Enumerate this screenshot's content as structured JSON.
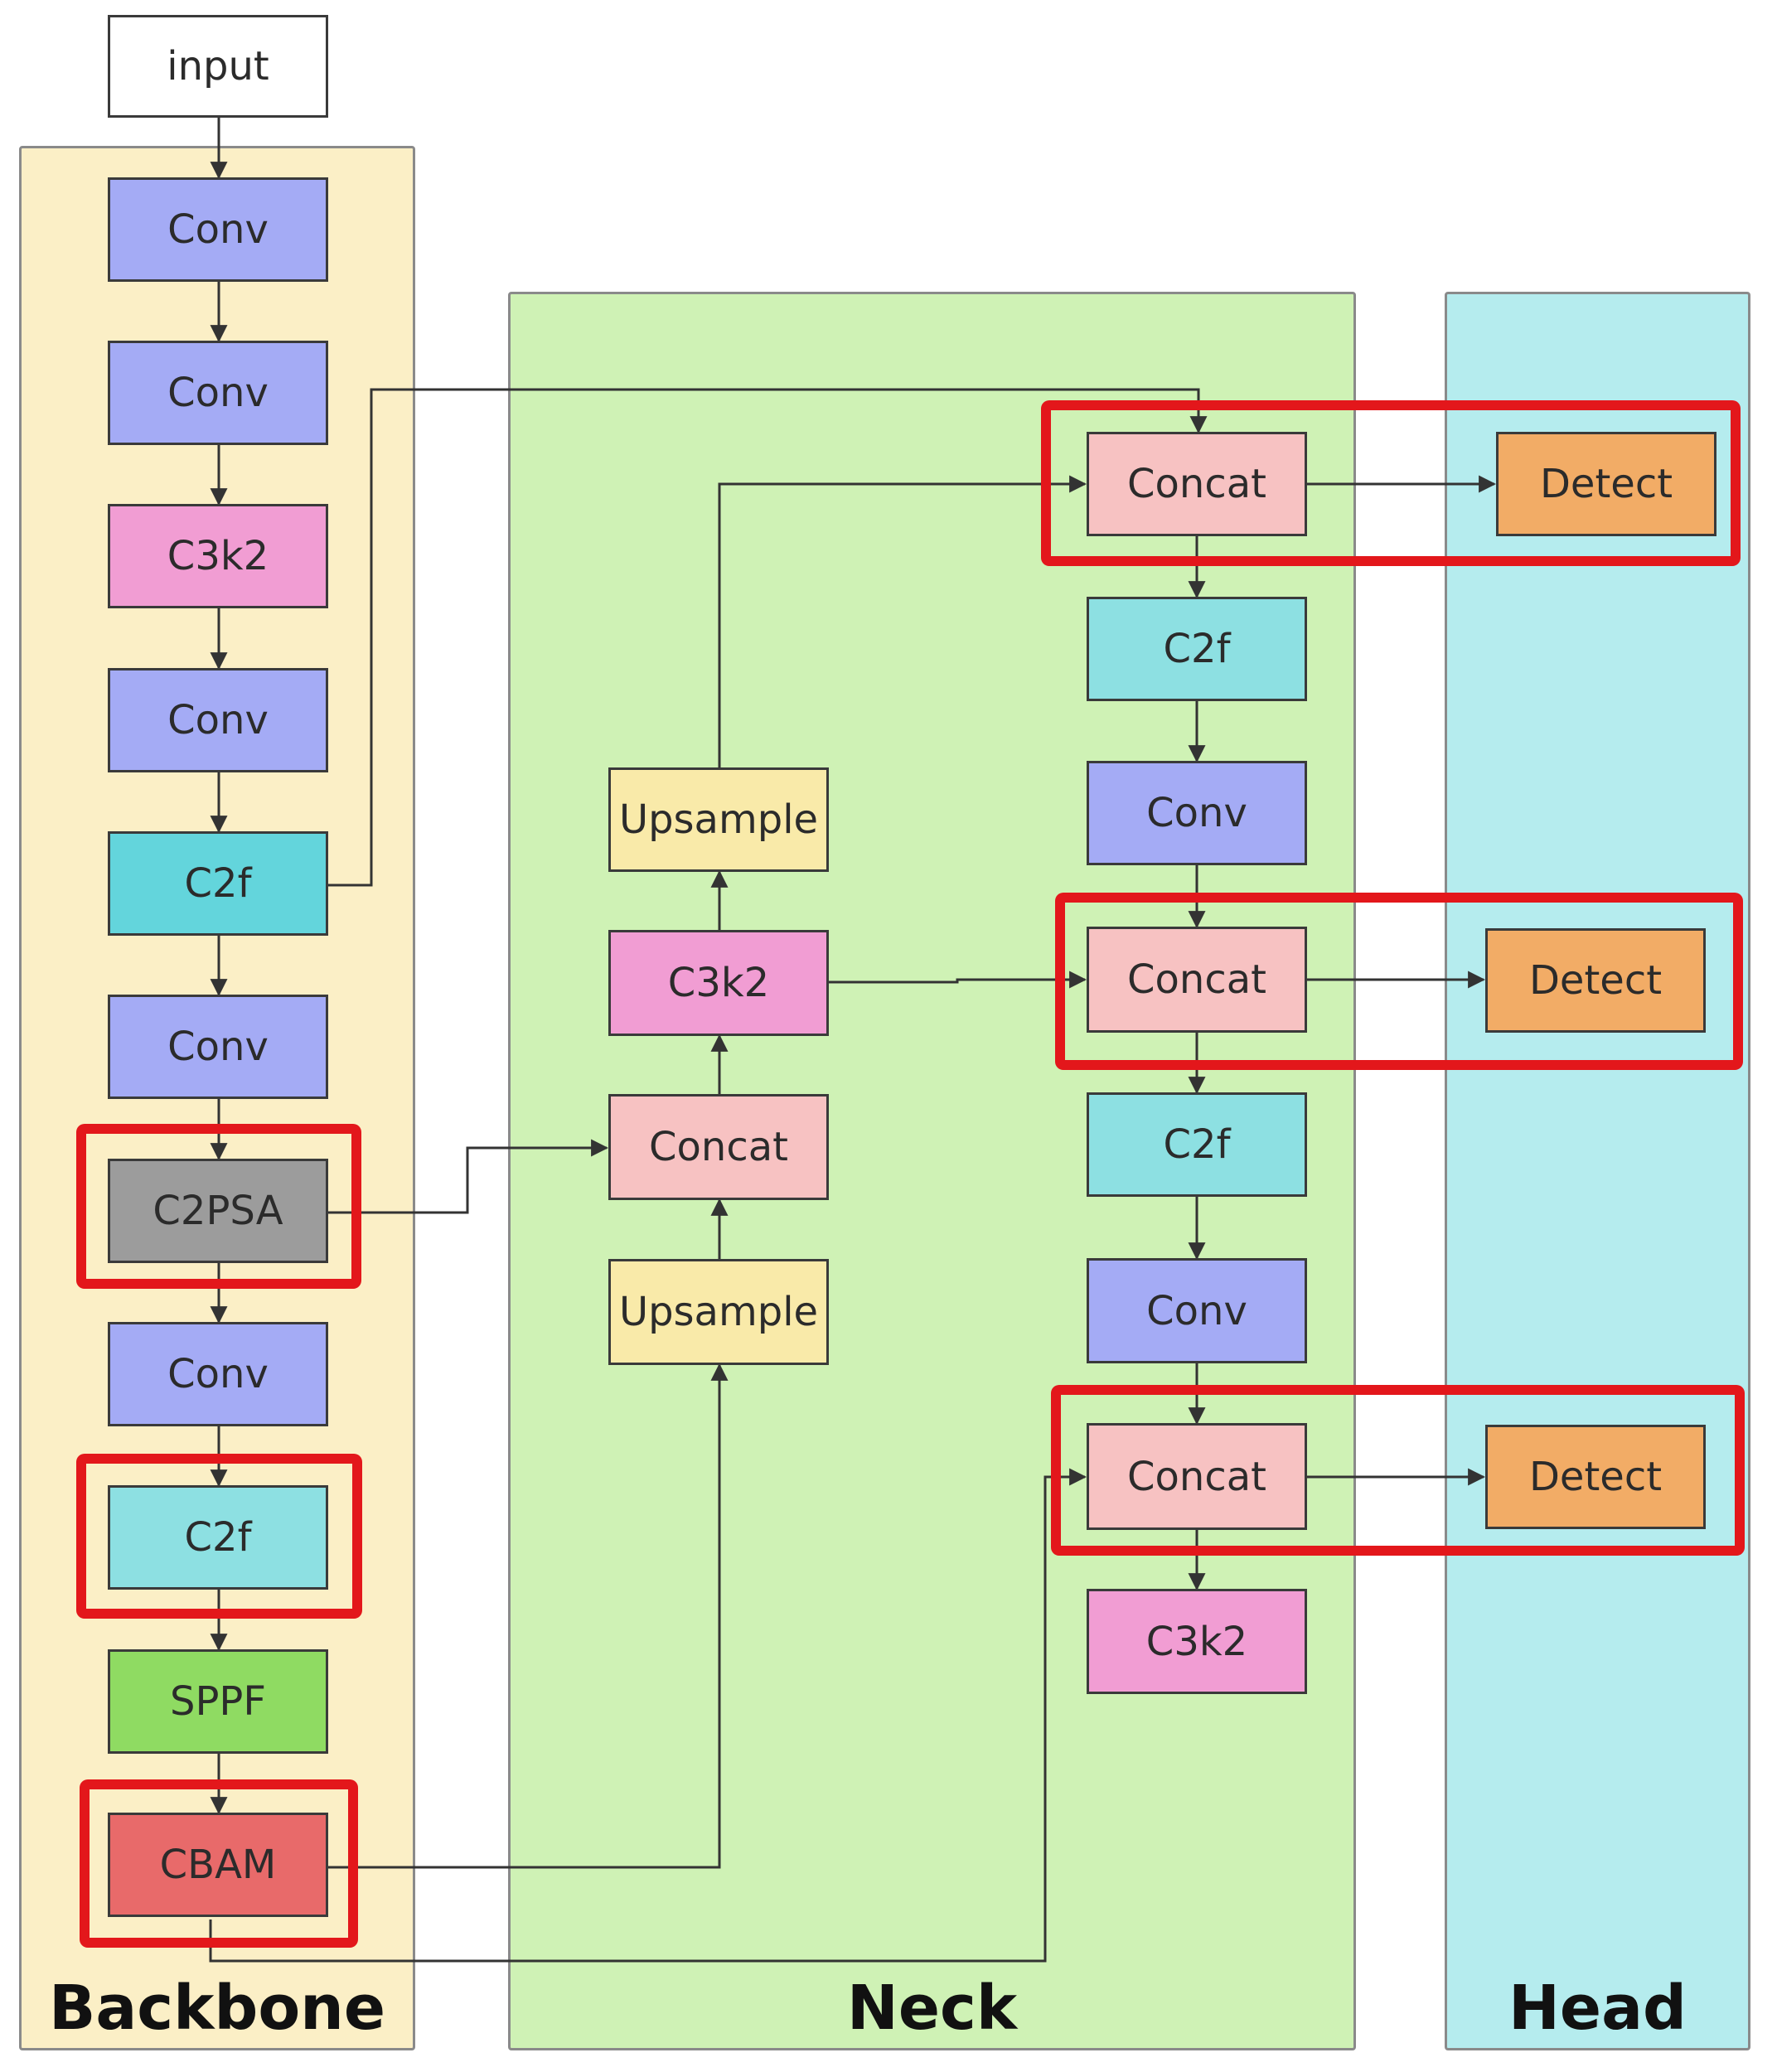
{
  "sections": {
    "backbone": {
      "label": "Backbone",
      "color": "#fbefc6"
    },
    "neck": {
      "label": "Neck",
      "color": "#cff2b5"
    },
    "head": {
      "label": "Head",
      "color": "#b5ecee"
    }
  },
  "input": {
    "label": "input",
    "color": "#ffffff"
  },
  "backbone": [
    {
      "label": "Conv",
      "color": "#a4abf5"
    },
    {
      "label": "Conv",
      "color": "#a4abf5"
    },
    {
      "label": "C3k2",
      "color": "#f19dd3"
    },
    {
      "label": "Conv",
      "color": "#a4abf5"
    },
    {
      "label": "C2f",
      "color": "#63d5dc"
    },
    {
      "label": "Conv",
      "color": "#a4abf5"
    },
    {
      "label": "C2PSA",
      "color": "#9c9c9c"
    },
    {
      "label": "Conv",
      "color": "#a4abf5"
    },
    {
      "label": "C2f",
      "color": "#8de0e2"
    },
    {
      "label": "SPPF",
      "color": "#8fdb62"
    },
    {
      "label": "CBAM",
      "color": "#e86a6a"
    }
  ],
  "neck_left": [
    {
      "label": "Upsample",
      "color": "#f9eaa9"
    },
    {
      "label": "C3k2",
      "color": "#f19dd3"
    },
    {
      "label": "Concat",
      "color": "#f7c2c2"
    },
    {
      "label": "Upsample",
      "color": "#f9eaa9"
    }
  ],
  "neck_right": [
    {
      "label": "Concat",
      "color": "#f7c2c2"
    },
    {
      "label": "C2f",
      "color": "#8de0e2"
    },
    {
      "label": "Conv",
      "color": "#a4abf5"
    },
    {
      "label": "Concat",
      "color": "#f7c2c2"
    },
    {
      "label": "C2f",
      "color": "#8de0e2"
    },
    {
      "label": "Conv",
      "color": "#a4abf5"
    },
    {
      "label": "Concat",
      "color": "#f7c2c2"
    },
    {
      "label": "C3k2",
      "color": "#f19dd3"
    }
  ],
  "head": [
    {
      "label": "Detect",
      "color": "#f2ac66"
    },
    {
      "label": "Detect",
      "color": "#f2ac66"
    },
    {
      "label": "Detect",
      "color": "#f2ac66"
    }
  ],
  "colors": {
    "line": "#333333",
    "highlight": "#e3171b"
  }
}
